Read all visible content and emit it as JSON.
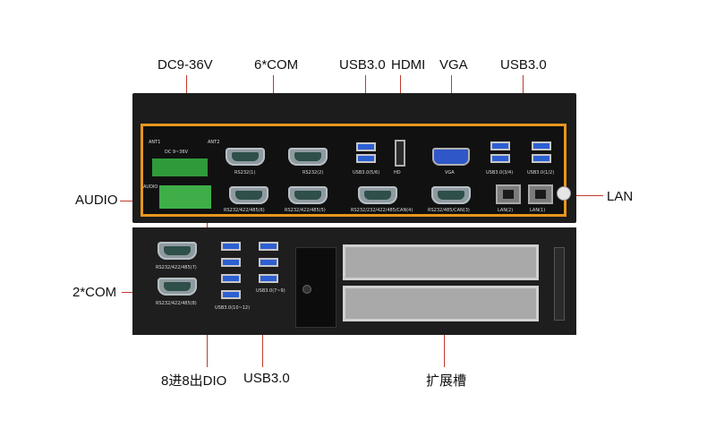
{
  "callouts": {
    "dc": "DC9-36V",
    "com6": "6*COM",
    "usb30_top": "USB3.0",
    "hdmi": "HDMI",
    "vga": "VGA",
    "usb30_right": "USB3.0",
    "audio": "AUDIO",
    "lan": "LAN",
    "com2": "2*COM",
    "dio": "8进8出DIO",
    "usb30_bottom": "USB3.0",
    "expansion": "扩展槽"
  },
  "panel_labels": {
    "ant1": "ANT1",
    "ant2": "ANT2",
    "dc_in": "DC 9~36V",
    "audio": "AUDIO",
    "hd": "HD",
    "vga": "VGA",
    "rs232_1": "RS232(1)",
    "rs232_2": "RS232(2)",
    "com6": "RS232/422/485(6)",
    "com5": "RS232/422/485(5)",
    "com4": "RS232/232/422/485/CAN(4)",
    "com3": "RS232/485/CAN(3)",
    "usb56": "USB3.0(5/6)",
    "usb34": "USB3.0(3/4)",
    "usb12": "USB3.0(1/2)",
    "lan2": "LAN(2)",
    "lan1": "LAN(1)",
    "com7": "RS232/422/485(7)",
    "com8": "RS232/422/485(8)",
    "usb79": "USB3.0(7~9)",
    "usb1012": "USB3.0(10~12)"
  },
  "colors": {
    "accent_orange": "#e8961e",
    "leader_red": "#c0392b",
    "usb_blue": "#2d5fd2",
    "terminal_green": "#2f9a3a"
  }
}
